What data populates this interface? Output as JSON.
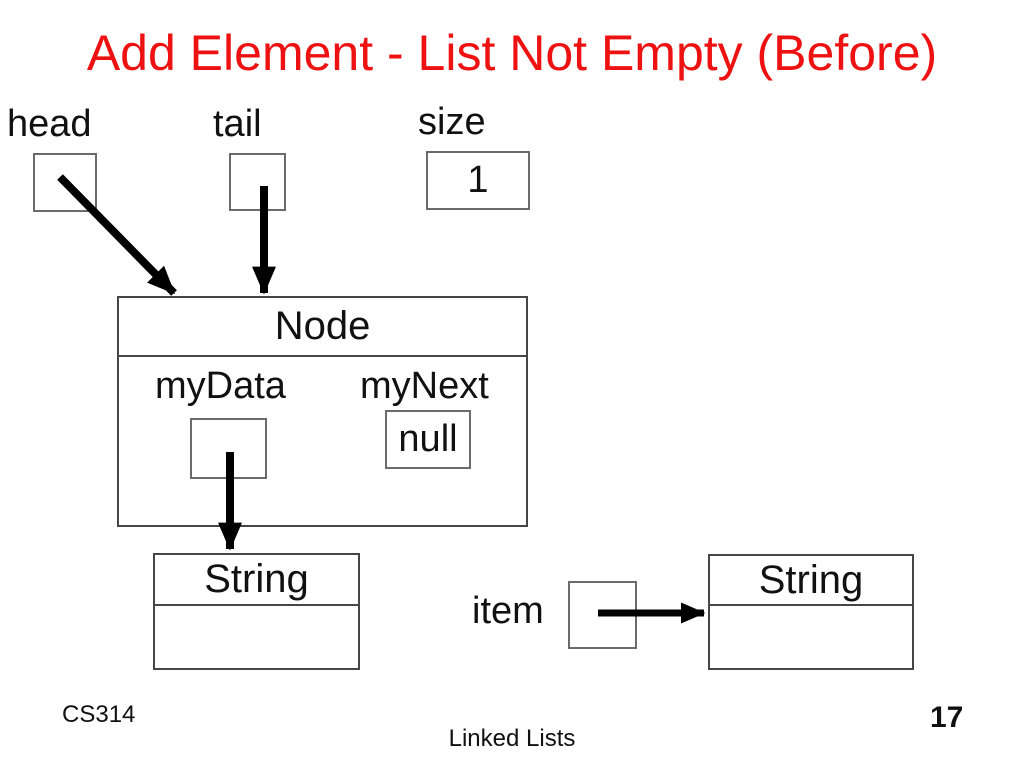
{
  "slide": {
    "title": "Add Element - List Not Empty (Before)",
    "title_color": "#EE1111"
  },
  "pointers": {
    "head": {
      "label": "head"
    },
    "tail": {
      "label": "tail"
    },
    "size": {
      "label": "size",
      "value": "1"
    },
    "item": {
      "label": "item"
    }
  },
  "node": {
    "title": "Node",
    "my_data": {
      "label": "myData"
    },
    "my_next": {
      "label": "myNext",
      "value": "null"
    }
  },
  "strings": {
    "left": {
      "title": "String"
    },
    "right": {
      "title": "String"
    }
  },
  "footer": {
    "course": "CS314",
    "topic": "Linked Lists",
    "page": "17"
  }
}
